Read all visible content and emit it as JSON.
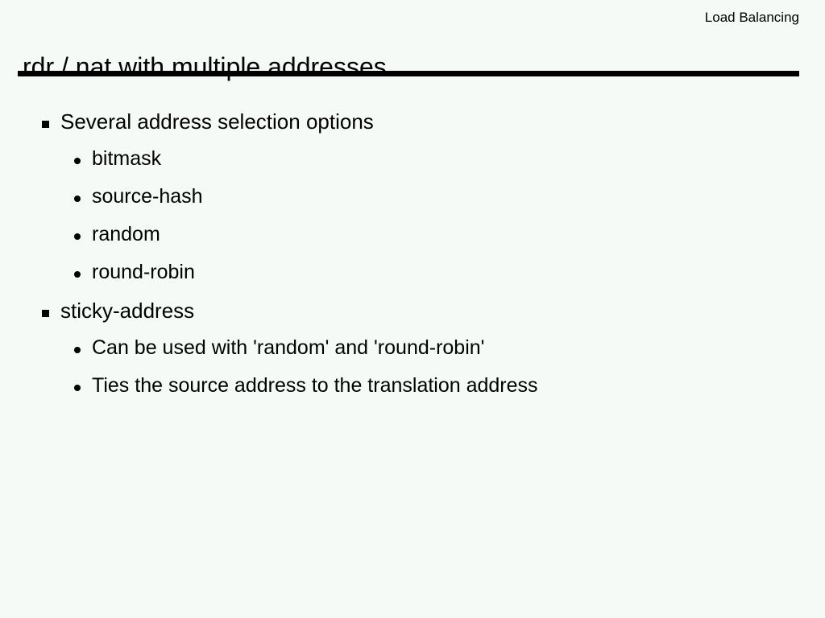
{
  "slide": {
    "kicker": "Load Balancing",
    "title": "rdr / nat with multiple addresses",
    "accent_color": "#000000",
    "background_color": "#f6faf7",
    "text_color": "#000000",
    "bullets": [
      {
        "level": 1,
        "marker": "square-bullet",
        "text": "Several address selection options"
      },
      {
        "level": 2,
        "marker": "round-bullet",
        "text": "bitmask"
      },
      {
        "level": 2,
        "marker": "round-bullet",
        "text": "source-hash"
      },
      {
        "level": 2,
        "marker": "round-bullet",
        "text": "random"
      },
      {
        "level": 2,
        "marker": "round-bullet",
        "text": "round-robin"
      },
      {
        "level": 1,
        "marker": "square-bullet",
        "text": "sticky-address"
      },
      {
        "level": 2,
        "marker": "round-bullet",
        "text": "Can be used with 'random' and 'round-robin'"
      },
      {
        "level": 2,
        "marker": "round-bullet",
        "text": "Ties the source address to the translation address"
      }
    ]
  }
}
